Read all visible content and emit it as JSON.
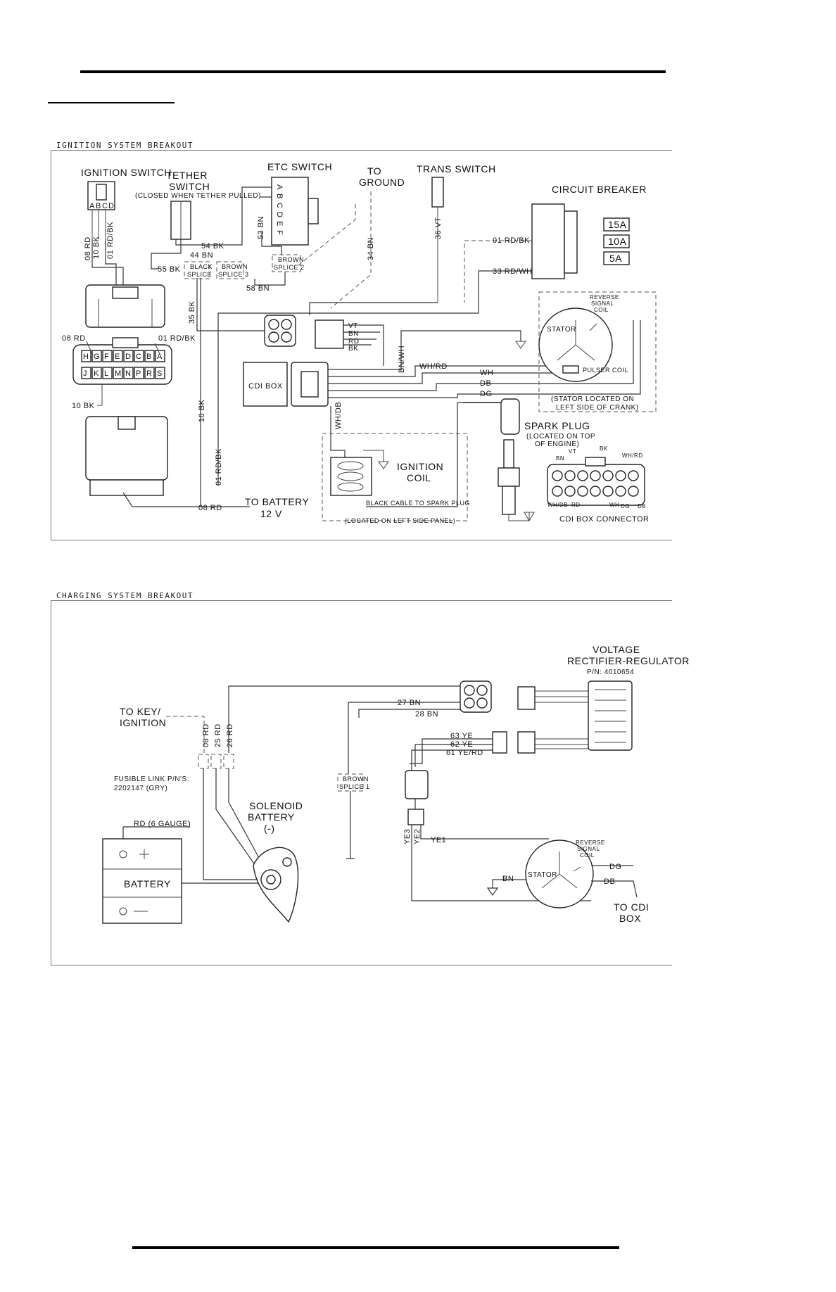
{
  "ignition": {
    "title": "IGNITION SYSTEM BREAKOUT",
    "ignition_switch": "IGNITION SWITCH",
    "tether_switch_1": "TETHER",
    "tether_switch_2": "SWITCH",
    "tether_note": "(CLOSED WHEN TETHER PULLED)",
    "etc_switch": "ETC SWITCH",
    "etc_pins": [
      "A",
      "B",
      "C",
      "D",
      "E",
      "F"
    ],
    "to_ground_1": "TO",
    "to_ground_2": "GROUND",
    "trans_switch": "TRANS SWITCH",
    "circuit_breaker": "CIRCUIT BREAKER",
    "breakers": [
      "15A",
      "10A",
      "5A"
    ],
    "wires": {
      "w08rd": "08 RD",
      "w10bk": "10 BK",
      "w01rdbk": "01 RD/BK",
      "w54bk": "54 BK",
      "w44bn": "44 BN",
      "w55bk": "55 BK",
      "w53bn": "53 BN",
      "w58bn": "58 BN",
      "w34bn": "34 BN",
      "w36vt": "36 VT",
      "w01rdbk_cb": "01 RD/BK",
      "w33rdwh": "33 RD/WH",
      "w35bk": "35 BK",
      "w10bk_v": "10 BK",
      "w01rdbk_v": "01 RD/BK",
      "w08rd_batt": "08 RD",
      "vt": "VT",
      "bn": "BN",
      "rd": "RD",
      "bk": "BK",
      "bnwh": "BN/WH",
      "whrd": "WH/RD",
      "wh": "WH",
      "db": "DB",
      "dg": "DG",
      "whdb": "WH/DB"
    },
    "black_splice": [
      "BLACK",
      "SPLICE"
    ],
    "brown_splice_3": [
      "BROWN",
      "SPLICE 3"
    ],
    "brown_splice_2": [
      "BROWN",
      "SPLICE 2"
    ],
    "connector_top_label_left": "08 RD",
    "connector_top_label_right": "01 RD/BK",
    "connector_row1": [
      "H",
      "G",
      "F",
      "E",
      "D",
      "C",
      "B",
      "A"
    ],
    "connector_row2": [
      "J",
      "K",
      "L",
      "M",
      "N",
      "P",
      "R",
      "S"
    ],
    "connector_bottom_label": "10 BK",
    "switch_pins": [
      "A",
      "B",
      "C",
      "D"
    ],
    "cdi_box": "CDI BOX",
    "stator": "STATOR",
    "reverse_signal_coil": [
      "REVERSE",
      "SIGNAL",
      "COIL"
    ],
    "pulser_coil": "PULSER COIL",
    "stator_note_1": "(STATOR LOCATED ON",
    "stator_note_2": "LEFT SIDE OF CRANK)",
    "spark_plug": "SPARK PLUG",
    "spark_plug_note_1": "(LOCATED ON TOP",
    "spark_plug_note_2": "OF ENGINE)",
    "ignition_coil_1": "IGNITION",
    "ignition_coil_2": "COIL",
    "black_cable": "BLACK CABLE TO SPARK PLUG",
    "coil_note": "(LOCATED ON LEFT SIDE PANEL)",
    "to_battery_1": "TO BATTERY",
    "to_battery_2": "12 V",
    "cdi_connector": "CDI BOX CONNECTOR",
    "cdi_conn_labels": {
      "bn": "BN",
      "vt": "VT",
      "bk": "BK",
      "whrd": "WH/RD",
      "whdb": "WH/DB",
      "rd": "RD",
      "wh": "WH",
      "dg": "DG",
      "db": "DB"
    }
  },
  "charging": {
    "title": "CHARGING SYSTEM BREAKOUT",
    "regulator_1": "VOLTAGE",
    "regulator_2": "RECTIFIER-REGULATOR",
    "regulator_pn": "P/N: 4010654",
    "to_key_1": "TO KEY/",
    "to_key_2": "IGNITION",
    "wires": {
      "w08rd": "08 RD",
      "w25rd": "25 RD",
      "w26rd": "26 RD",
      "w27bn": "27 BN",
      "w28bn": "28 BN",
      "w63ye": "63 YE",
      "w62ye": "62 YE",
      "w61yerd": "61 YE/RD",
      "ye3": "YE3",
      "ye2": "YE2",
      "ye1": "YE1",
      "bn": "BN",
      "dg": "DG",
      "db": "DB"
    },
    "fusible_1": "FUSIBLE LINK P/N'S:",
    "fusible_2": "2202147 (GRY)",
    "brown_splice_1": [
      "BROWN",
      "SPLICE 1"
    ],
    "rd_6gauge": "RD (6 GAUGE)",
    "battery": "BATTERY",
    "solenoid_1": "SOLENOID",
    "solenoid_2": "BATTERY",
    "solenoid_3": "(-)",
    "stator": "STATOR",
    "reverse_signal_coil": [
      "REVERSE",
      "SIGNAL",
      "COIL"
    ],
    "to_cdi_1": "TO CDI",
    "to_cdi_2": "BOX"
  }
}
